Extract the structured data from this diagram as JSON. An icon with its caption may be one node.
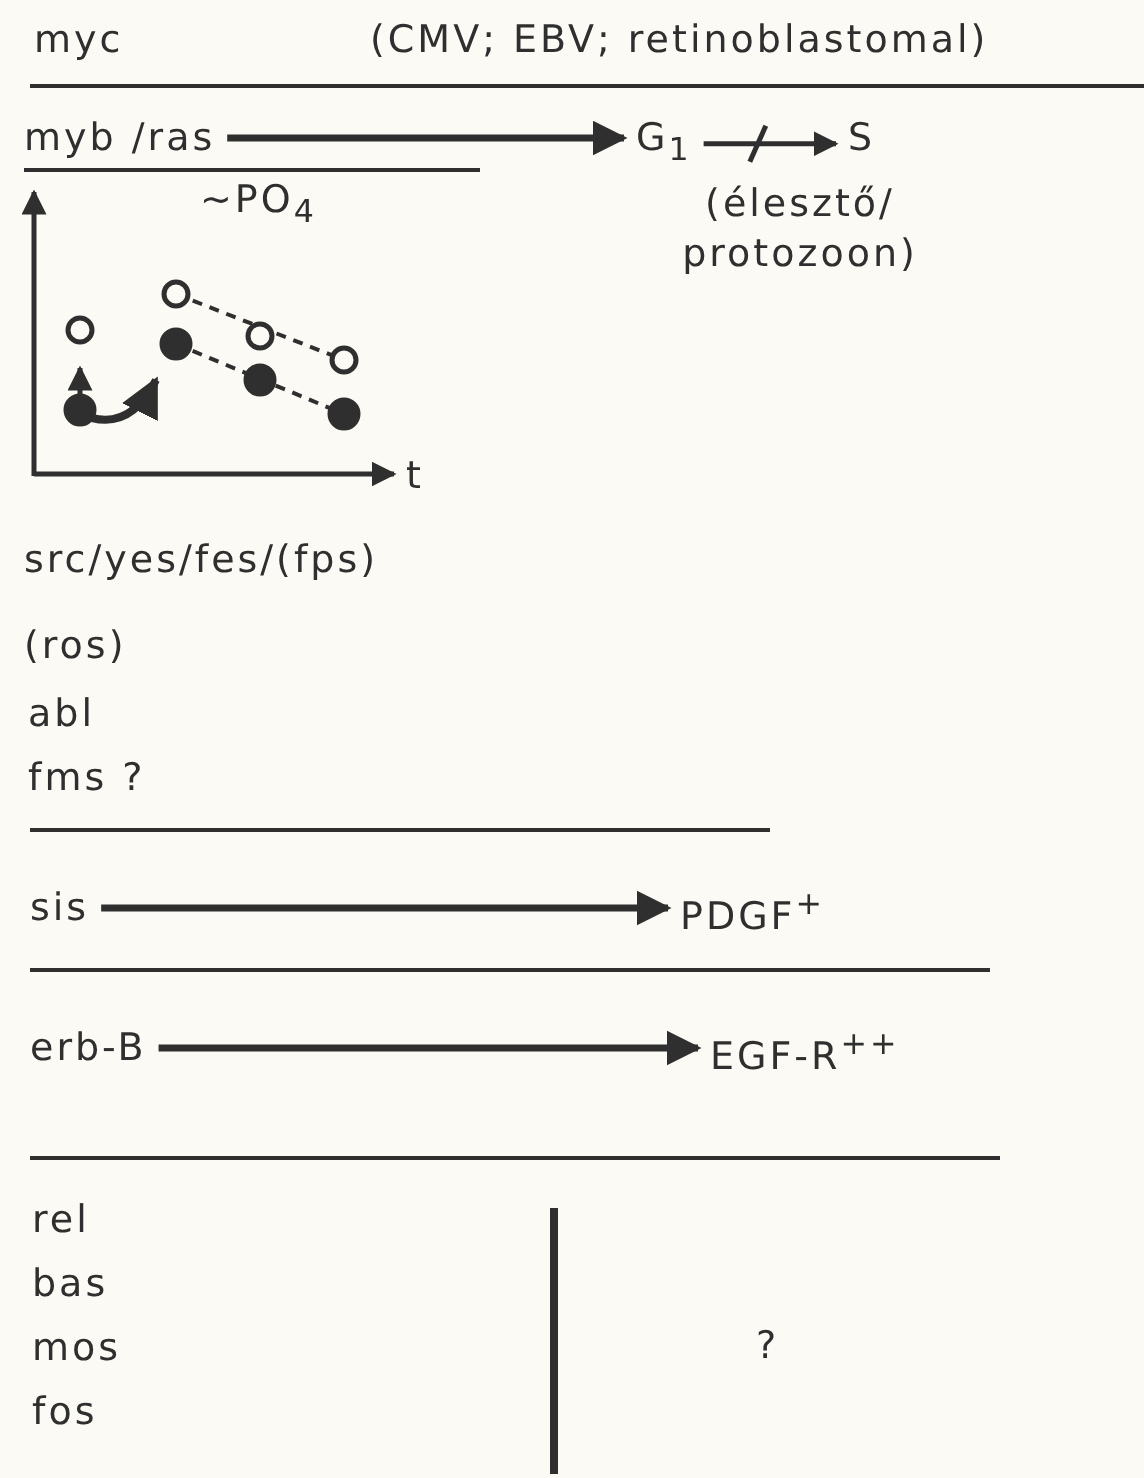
{
  "diagram": {
    "nodes": [
      {
        "text": [
          "myb /ras"
        ]
      },
      {
        "text": [
          "G$_{1}$"
        ]
      },
      {
        "text": [
          "S"
        ]
      },
      {
        "text": [
          "sis"
        ]
      },
      {
        "text": [
          "PDGF$^{+}$"
        ]
      },
      {
        "text": [
          "erb-B"
        ]
      },
      {
        "text": [
          "EGF-R$^{++}$"
        ]
      }
    ],
    "edges": [
      {
        "from": 0,
        "to": 1,
        "arrow": "to"
      },
      {
        "from": 1,
        "to": 2,
        "arrow": "to"
      },
      {
        "from": 3,
        "to": 4,
        "arrow": "to"
      },
      {
        "from": 5,
        "to": 6,
        "arrow": "to"
      }
    ],
    "labels": [
      "myc",
      "(CMV; EBV; retinoblastomal)",
      "(élesztő/ protozoon)",
      "∼PO$_{4}$",
      "t",
      "src/yes/fes/(fps)",
      "(ros)",
      "abl",
      "fms ?",
      "rel",
      "bas",
      "mos",
      "fos",
      "?"
    ]
  }
}
